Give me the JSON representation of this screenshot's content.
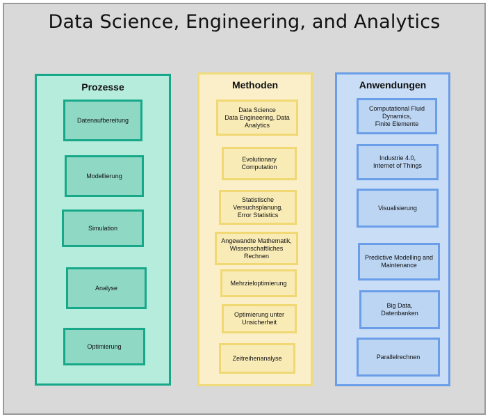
{
  "title": "Data Science, Engineering, and Analytics",
  "colors": {
    "canvas": "#d9d9d9",
    "prozesse_fill": "#b6ecdb",
    "prozesse_border": "#17a88a",
    "methoden_fill": "#faefc8",
    "methoden_border": "#f0da7a",
    "anwendungen_fill": "#c9ddf6",
    "anwendungen_border": "#6b9ee8"
  },
  "columns": {
    "prozesse": {
      "title": "Prozesse",
      "items": [
        "Datenaufbereitung",
        "Modellierung",
        "Simulation",
        "Analyse",
        "Optimierung"
      ]
    },
    "methoden": {
      "title": "Methoden",
      "items": [
        "Data Science\nData Engineering, Data\nAnalytics",
        "Evolutionary\nComputation",
        "Statistische\nVersuchsplanung,\nError Statistics",
        "Angewandte Mathematik,\nWissenschaftliches\nRechnen",
        "Mehrzieloptimierung",
        "Optimierung unter\nUnsicherheit",
        "Zeitreihenanalyse"
      ]
    },
    "anwendungen": {
      "title": "Anwendungen",
      "items": [
        "Computational Fluid\nDynamics,\nFinite Elemente",
        "Industrie 4.0,\nInternet of Things",
        "Visualisierung",
        "Predictive Modelling and\nMaintenance",
        "Big Data,\nDatenbanken",
        "Parallelrechnen"
      ]
    }
  }
}
